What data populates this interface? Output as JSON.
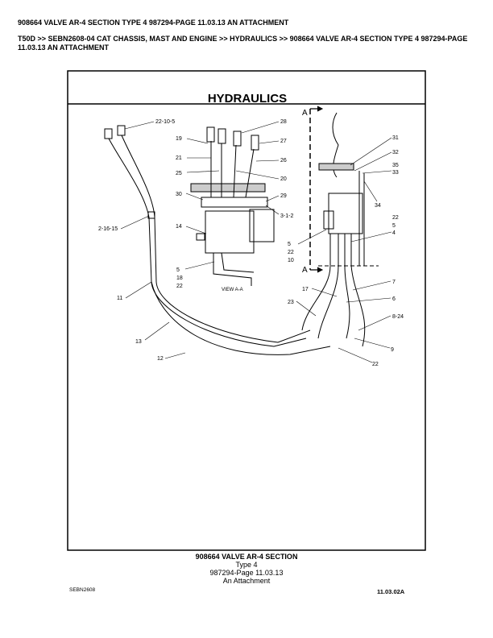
{
  "page_title": "908664 VALVE AR-4 SECTION TYPE 4 987294-PAGE 11.03.13 AN ATTACHMENT",
  "breadcrumb": "T50D >> SEBN2608-04 CAT CHASSIS, MAST AND ENGINE >> HYDRAULICS >> 908664 VALVE AR-4 SECTION TYPE 4 987294-PAGE 11.03.13 AN ATTACHMENT",
  "diagram": {
    "heading": "HYDRAULICS",
    "view_label": "VIEW A-A",
    "section_marker": "A",
    "callouts": [
      "22-10-5",
      "19",
      "28",
      "27",
      "21",
      "26",
      "25",
      "20",
      "30",
      "29",
      "3-1-2",
      "14",
      "2-16-15",
      "5",
      "18",
      "22",
      "11",
      "13",
      "12",
      "31",
      "32",
      "35",
      "33",
      "34",
      "22",
      "5",
      "4",
      "5",
      "22",
      "10",
      "7",
      "17",
      "6",
      "23",
      "8-24",
      "9",
      "22"
    ]
  },
  "caption": {
    "line1": "908664 VALVE AR-4 SECTION",
    "line2": "Type 4",
    "line3": "987294-Page 11.03.13",
    "line4": "An Attachment"
  },
  "footer": {
    "left": "SEBN2608",
    "right": "11.03.02A"
  }
}
